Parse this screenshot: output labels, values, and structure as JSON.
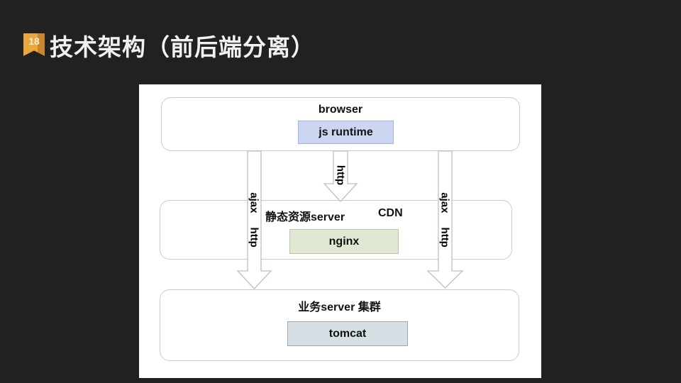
{
  "slide": {
    "badge": "18",
    "title": "技术架构（前后端分离）",
    "background_color": "#212121",
    "badge_color": "#e9a63e",
    "title_color": "#f1f1f1"
  },
  "diagram": {
    "browser_layer": {
      "label": "browser",
      "runtime_label": "js runtime",
      "runtime_bg": "#ccd6f1"
    },
    "static_layer": {
      "label_left": "静态资源server",
      "label_right": "CDN",
      "inner_label": "nginx",
      "inner_bg": "#e0e8d4"
    },
    "business_layer": {
      "label": "业务server 集群",
      "inner_label": "tomcat",
      "inner_bg": "#d6dfe3"
    },
    "arrows": {
      "center_label": "http",
      "left_label_1": "ajax",
      "left_label_2": "http",
      "right_label_1": "ajax",
      "right_label_2": "http",
      "stroke_color": "#b9c2c6"
    }
  }
}
